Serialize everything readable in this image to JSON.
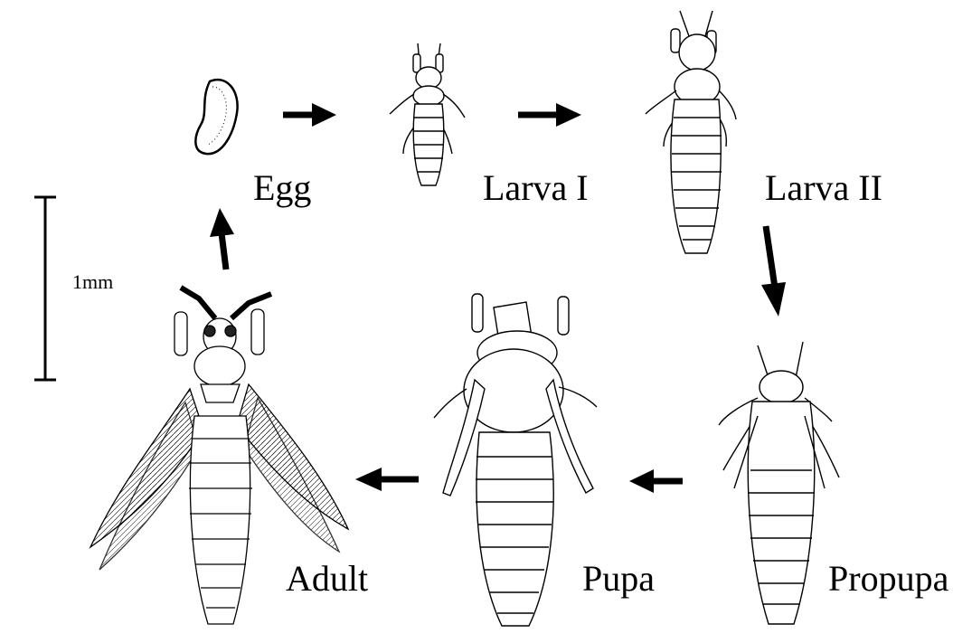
{
  "diagram": {
    "stages": [
      {
        "id": "egg",
        "label": "Egg"
      },
      {
        "id": "larva1",
        "label": "Larva I"
      },
      {
        "id": "larva2",
        "label": "Larva II"
      },
      {
        "id": "propupa",
        "label": "Propupa"
      },
      {
        "id": "pupa",
        "label": "Pupa"
      },
      {
        "id": "adult",
        "label": "Adult"
      }
    ],
    "cycle_order": [
      "egg",
      "larva1",
      "larva2",
      "propupa",
      "pupa",
      "adult",
      "egg"
    ],
    "scale_bar": {
      "label": "1mm"
    },
    "colors": {
      "ink": "#000000",
      "background": "#ffffff",
      "stipple": "#333333"
    }
  }
}
